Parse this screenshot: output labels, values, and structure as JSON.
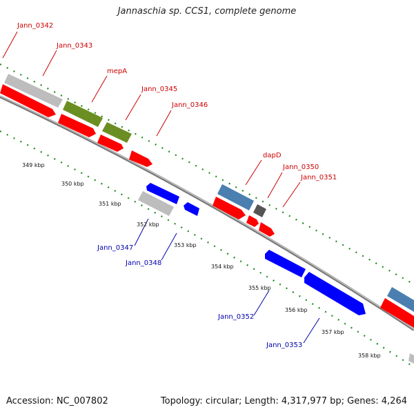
{
  "title": "Jannaschia sp. CCS1, complete genome",
  "footer": {
    "accession": "Accession: NC_007802",
    "summary": "Topology: circular; Length: 4,317,977 bp; Genes: 4,264"
  },
  "colors": {
    "forward_label": "#cc0000",
    "reverse_label": "#0000aa",
    "cds_forward": "#ff0000",
    "cds_reverse": "#0000ff",
    "named_gene": "#6b8e23",
    "steel_gene": "#4a7fb0",
    "other_gene": "#bdbdbd",
    "dark_gene": "#555555",
    "backbone": "#808080",
    "tick": "#1a8a1a"
  },
  "genes": [
    {
      "id": "g342",
      "label": "Jann_0342",
      "kind": "other_gene"
    },
    {
      "id": "g343",
      "label": "Jann_0343",
      "kind": "other_gene"
    },
    {
      "id": "gmepA",
      "label": "mepA",
      "kind": "named_gene"
    },
    {
      "id": "g345",
      "label": "Jann_0345",
      "kind": "named_gene"
    },
    {
      "id": "g346",
      "label": "Jann_0346",
      "kind": "cds_forward"
    },
    {
      "id": "gdapD",
      "label": "dapD",
      "kind": "steel_gene"
    },
    {
      "id": "g350",
      "label": "Jann_0350",
      "kind": "dark_gene"
    },
    {
      "id": "g351",
      "label": "Jann_0351",
      "kind": "cds_forward"
    },
    {
      "id": "g347",
      "label": "Jann_0347",
      "kind": "other_gene"
    },
    {
      "id": "g348",
      "label": "Jann_0348",
      "kind": "cds_reverse"
    },
    {
      "id": "g352",
      "label": "Jann_0352",
      "kind": "cds_reverse"
    },
    {
      "id": "g353",
      "label": "Jann_0353",
      "kind": "cds_reverse"
    }
  ],
  "ticks": [
    "349 kbp",
    "350 kbp",
    "351 kbp",
    "352 kbp",
    "353 kbp",
    "354 kbp",
    "355 kbp",
    "356 kbp",
    "357 kbp",
    "358 kbp"
  ]
}
